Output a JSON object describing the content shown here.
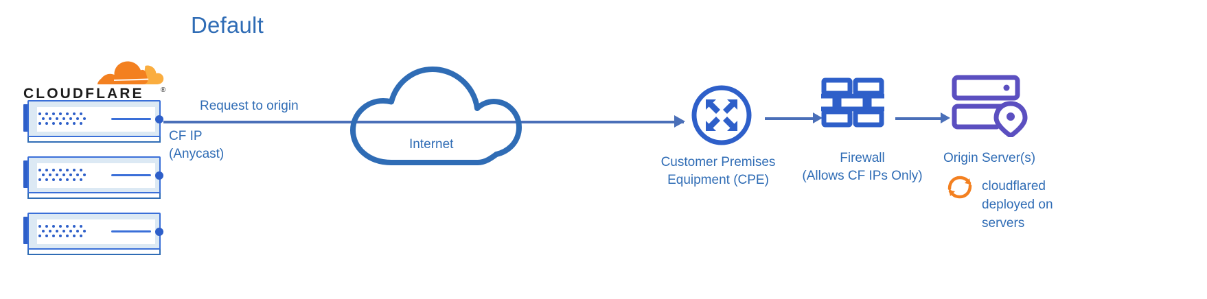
{
  "title": "Default",
  "colors": {
    "title_blue": "#2f6cb5",
    "label_blue": "#2f6cb5",
    "line_blue": "#4a6fb8",
    "icon_blue": "#2e5fc9",
    "cloud_blue": "#2f6cb5",
    "origin_purple": "#5b4fc0",
    "cloudflare_orange": "#f38020",
    "cloudflare_orange_light": "#faad3f",
    "wordmark_black": "#1d1d1d",
    "server_fill": "#dce9f4"
  },
  "brand": {
    "wordmark": "CLOUDFLARE",
    "registered_mark": "®",
    "logo_icon": "cloudflare-cloud-icon",
    "server_count": 3
  },
  "flow": {
    "request_label": "Request to origin",
    "cf_ip_line1": "CF IP",
    "cf_ip_line2": "(Anycast)"
  },
  "nodes": [
    {
      "id": "internet",
      "icon": "cloud-icon",
      "label": "Internet"
    },
    {
      "id": "cpe",
      "icon": "router-converging-arrows-icon",
      "label_line1": "Customer Premises",
      "label_line2": "Equipment (CPE)"
    },
    {
      "id": "firewall",
      "icon": "brick-wall-icon",
      "label_line1": "Firewall",
      "label_line2": "(Allows CF IPs Only)"
    },
    {
      "id": "origin",
      "icon": "server-rack-location-pin-icon",
      "label": "Origin Server(s)"
    }
  ],
  "cloudflared": {
    "icon": "refresh-sync-circular-arrows-icon",
    "line1": "cloudflared",
    "line2": "deployed on",
    "line3": "servers"
  }
}
